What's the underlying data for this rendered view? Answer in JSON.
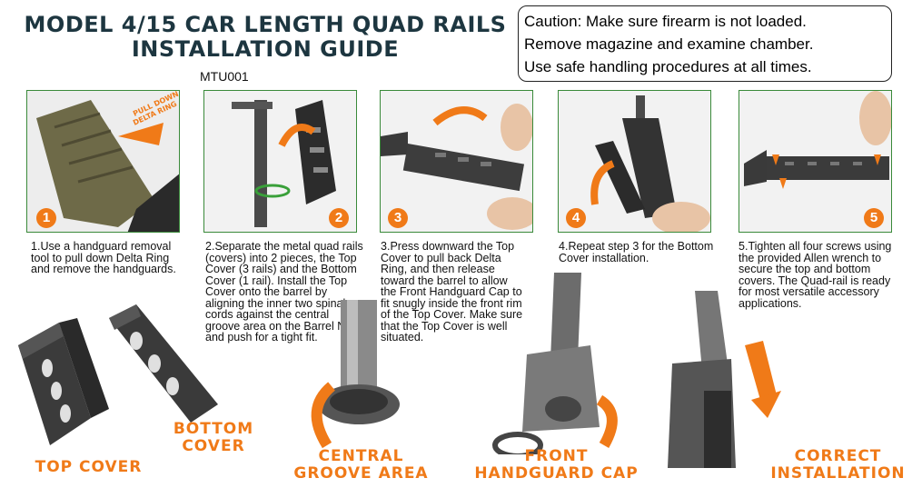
{
  "header": {
    "title_line1": "MODEL 4/15 CAR LENGTH QUAD RAILS",
    "title_line2": "INSTALLATION GUIDE",
    "model_code": "MTU001"
  },
  "caution": {
    "line1": "Caution: Make sure firearm is not loaded.",
    "line2": "Remove magazine and examine chamber.",
    "line3": "Use safe handling procedures at all times."
  },
  "photo1": {
    "callout_line1": "PULL DOWN",
    "callout_line2": "DELTA RING"
  },
  "steps": [
    {
      "number": "1",
      "prefix": "1.",
      "text": "Use a handguard removal tool to pull down Delta Ring and remove the handguards."
    },
    {
      "number": "2",
      "prefix": "2.",
      "text": "Separate the metal quad rails (covers) into 2 pieces, the Top Cover (3 rails) and the Bottom Cover (1 rail). Install the Top Cover onto the barrel by aligning the inner two spinal cords against the central groove area on the Barrel Nut, and push for a tight fit."
    },
    {
      "number": "3",
      "prefix": "3.",
      "text": "Press downward the Top Cover to pull back Delta Ring, and then release toward the barrel to allow the Front Handguard Cap to fit snugly inside the front rim of the Top Cover. Make sure that the Top Cover is well situated."
    },
    {
      "number": "4",
      "prefix": "4.",
      "text": "Repeat step 3 for the Bottom Cover installation."
    },
    {
      "number": "5",
      "prefix": "5.",
      "text": "Tighten all four screws using the provided Allen wrench to secure the top and bottom covers. The Quad-rail is ready for most versatile accessory applications."
    }
  ],
  "labels": {
    "top_cover": "TOP COVER",
    "bottom_cover_line1": "BOTTOM",
    "bottom_cover_line2": "COVER",
    "central_line1": "CENTRAL",
    "central_line2": "GROOVE AREA",
    "front_line1": "FRONT",
    "front_line2": "HANDGUARD CAP",
    "correct_line1": "CORRECT",
    "correct_line2": "INSTALLATION"
  },
  "colors": {
    "accent_orange": "#f07a18",
    "title_dark": "#1d3640",
    "photo_border": "#3a8a3a"
  }
}
